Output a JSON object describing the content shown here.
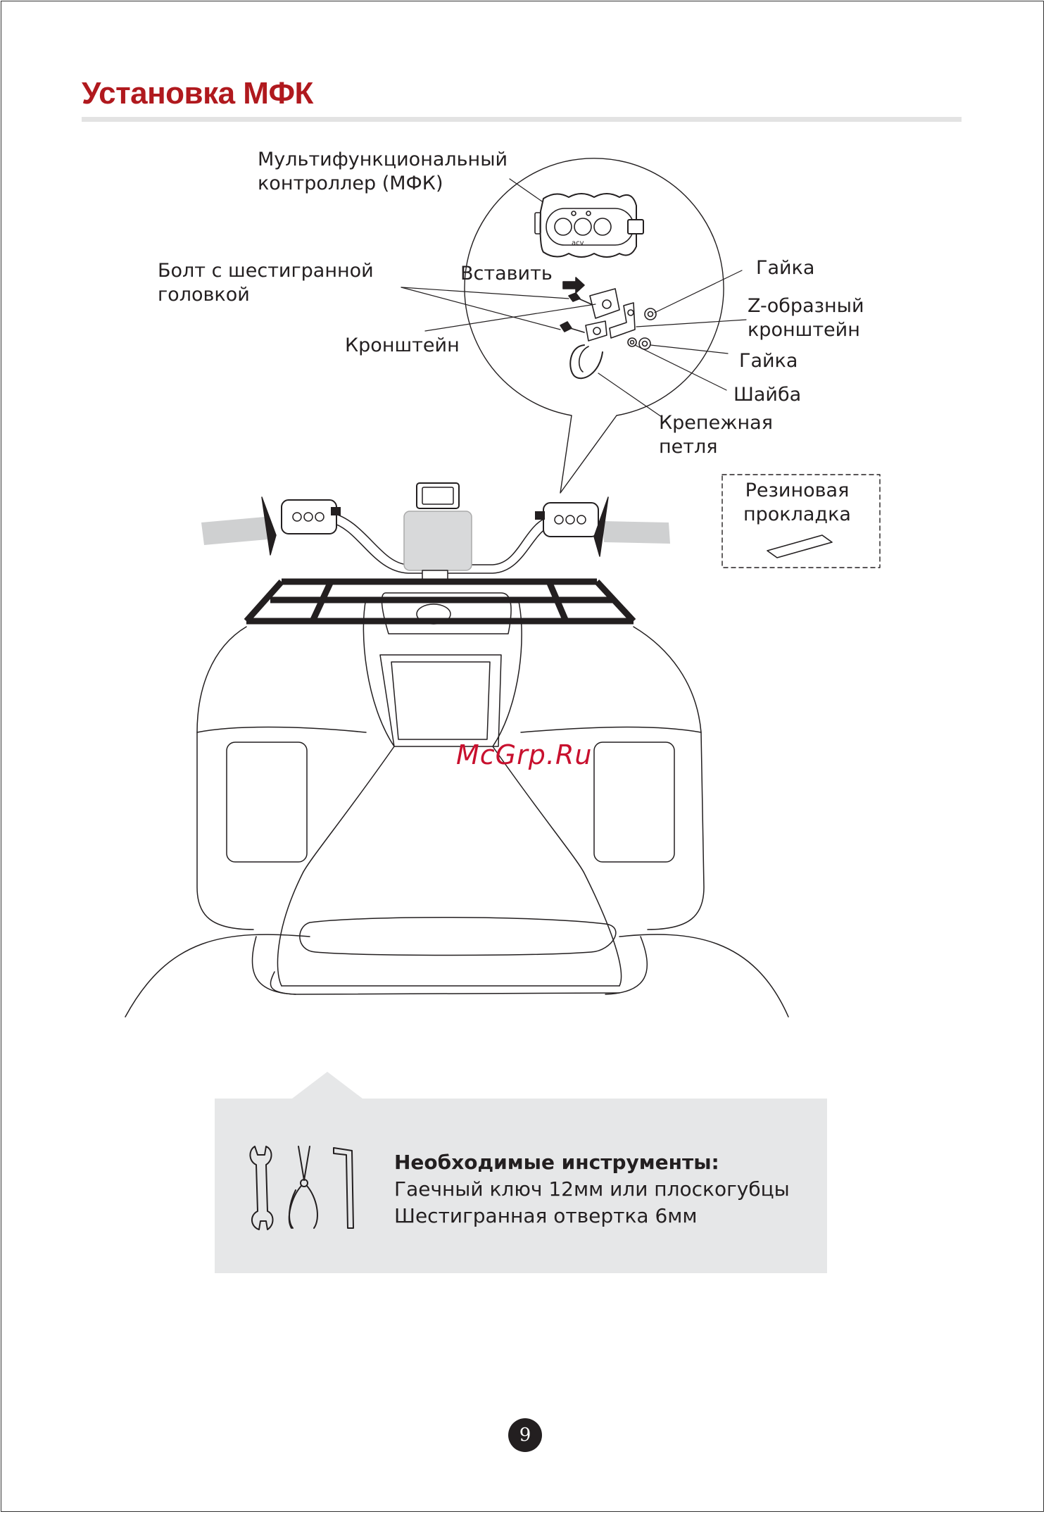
{
  "page": {
    "title": "Установка МФК",
    "page_number": "9",
    "watermark": "McGrp.Ru"
  },
  "colors": {
    "title": "#b0191e",
    "rule": "#e3e3e3",
    "panel": "#e6e7e8",
    "ink": "#231f20",
    "watermark": "#c8102e"
  },
  "labels": {
    "controller": "Мультифункциональный\nконтроллер (МФК)",
    "bolt": "Болт с шестигранной\nголовкой",
    "insert": "Вставить",
    "bracket": "Кронштейн",
    "nut_top": "Гайка",
    "z_bracket": "Z-образный\nкронштейн",
    "nut_bottom": "Гайка",
    "washer": "Шайба",
    "loop": "Крепежная\nпетля",
    "rubber_pad": "Резиновая\nпрокладка",
    "device_brand": "acv"
  },
  "tools": {
    "title": "Необходимые инструменты:",
    "line1": "Гаечный ключ 12мм или плоскогубцы",
    "line2": "Шестигранная отвертка 6мм",
    "icons": [
      "wrench-icon",
      "pliers-icon",
      "hex-key-icon"
    ]
  }
}
